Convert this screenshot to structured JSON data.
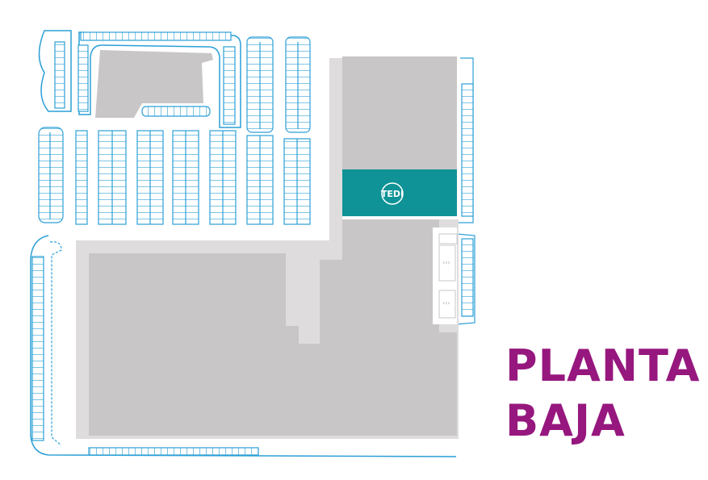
{
  "map": {
    "floor_label_line1": "PLANTA",
    "floor_label_line2": "BAJA",
    "store_name": "TEDI"
  },
  "colors": {
    "parking_stroke": "#2b9fd6",
    "building_fill": "#c9c6c8",
    "corridor_fill": "#dedcdd",
    "store_highlight": "#0f9396",
    "label_color": "#96177e"
  }
}
